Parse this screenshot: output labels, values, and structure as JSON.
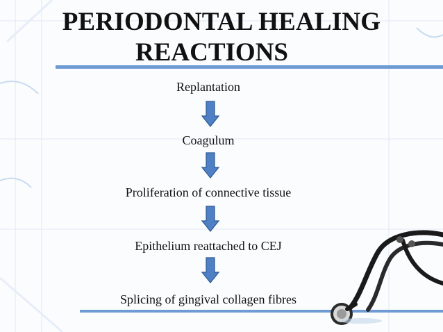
{
  "title": {
    "line1": "PERIODONTAL HEALING",
    "line2": "REACTIONS"
  },
  "steps": [
    "Replantation",
    "Coagulum",
    "Proliferation of connective tissue",
    "Epithelium reattached to CEJ",
    "Splicing of gingival collagen fibres"
  ],
  "colors": {
    "accent": "#6f9bd4",
    "arrow_fill": "#4f7fc4",
    "arrow_stroke": "#2e5a94",
    "text": "#111111"
  },
  "icons": [
    "down-arrow-icon",
    "stethoscope-icon"
  ]
}
